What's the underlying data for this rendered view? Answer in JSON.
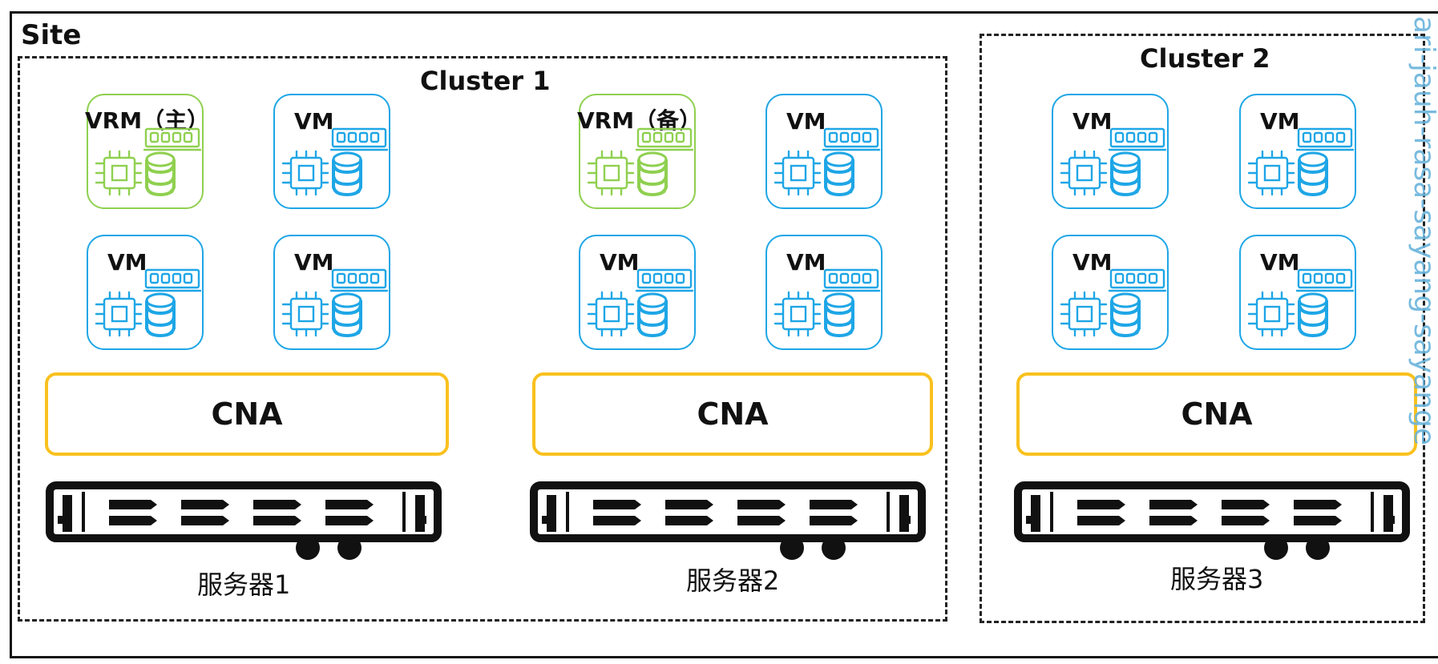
{
  "site": {
    "label": "Site"
  },
  "clusters": [
    {
      "label": "Cluster 1"
    },
    {
      "label": "Cluster 2"
    }
  ],
  "vm_label": "VM",
  "vrm_primary_label": "VRM（主）",
  "vrm_standby_label": "VRM（备）",
  "cna_label": "CNA",
  "servers": [
    {
      "label": "服务器1"
    },
    {
      "label": "服务器2"
    },
    {
      "label": "服务器3"
    }
  ],
  "watermark": "ari-jauh-rasa-sayang-sayange",
  "colors": {
    "vm_border": "#1ea6e6",
    "vrm_border": "#8fd04f",
    "cna_border": "#f9c11e",
    "server": "#111111"
  }
}
